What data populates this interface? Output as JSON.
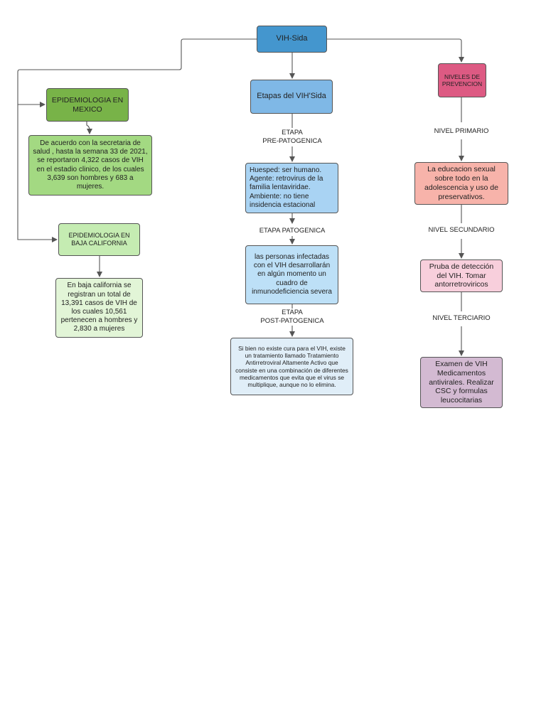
{
  "root": {
    "label": "VIH-Sida",
    "color": "#4496ce"
  },
  "left": {
    "mexico_title": "EPIDEMIOLOGIA EN MEXICO",
    "mexico_text": "De acuerdo con la  secretaria de salud , hasta la semana 33 de 2021, se reportaron 4,322 casos de VIH en el estadio clinico, de los cuales 3,639 son hombres  y 683 a mujeres.",
    "bc_title": "EPIDEMIOLOGIA EN BAJA CALIFORNIA",
    "bc_text": "En baja california se registran un total de 13,391 casos de VIH de los cuales 10,561 pertenecen a hombres y 2,830 a mujeres",
    "colors": {
      "dark_green": "#78b348",
      "green": "#a3d982",
      "light_green": "#c5ecb2",
      "pale_green": "#e2f5d7"
    }
  },
  "middle": {
    "title": "Etapas del VIH'Sida",
    "stage1_label": "ETAPA\nPRE-PATOGENICA",
    "stage1_text": "Huesped: ser humano.\nAgente: retrovirus de la familia  lentaviridae.\nAmbiente: no tiene insidencia estacional",
    "stage2_label": "ETAPA PATOGENICA",
    "stage2_text": "las personas infectadas con el VIH desarrollarán en algún momento un cuadro de inmunodeficiencia severa",
    "stage3_label": "ETAPA\nPOST-PATOGENICA",
    "stage3_text": "Si bien no existe cura para el VIH, existe un tratamiento llamado Tratamiento Antirretroviral Altamente Activo que consiste en una combinación de diferentes medicamentos que evita que el virus se multiplique, aunque no lo elimina.",
    "colors": {
      "title": "#7fb8e6",
      "box": "#a9d3f3",
      "box2": "#bde0f7",
      "box3": "#e0eef8"
    }
  },
  "right": {
    "title": "NIVELES DE PREVENCION",
    "level1_label": "NIVEL PRIMARIO",
    "level1_text": "La educacion sexual sobre todo en la adolescencia y uso de preservativos.",
    "level2_label": "NIVEL SECUNDARIO",
    "level2_text": "Pruba de detección del VIH. Tomar antorretroviricos",
    "level3_label": "NIVEL TERCIARIO",
    "level3_text": "Examen de VIH Medicamentos antivirales. Realizar CSC  y formulas leucocitarias",
    "colors": {
      "title": "#dd5a83",
      "box1": "#f7b3aa",
      "box2": "#f8cfdc",
      "box3": "#d3bad2"
    }
  }
}
